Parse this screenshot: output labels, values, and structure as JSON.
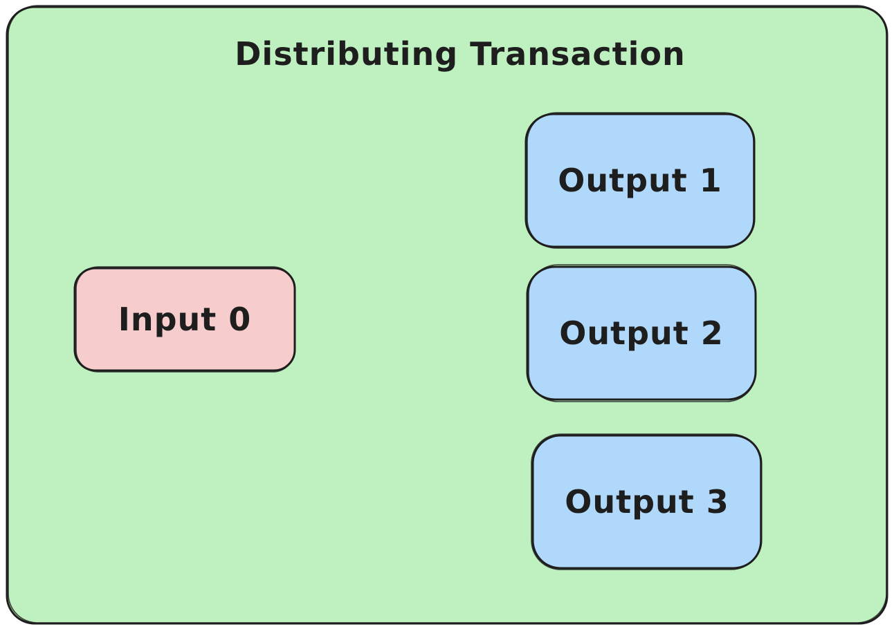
{
  "diagram": {
    "title": "Distributing Transaction",
    "container_color": "#bff0c0",
    "stroke_color": "#1e1e1e",
    "input": {
      "label": "Input 0",
      "color": "#f6cccc"
    },
    "outputs": [
      {
        "label": "Output 1",
        "color": "#b0d8fa"
      },
      {
        "label": "Output 2",
        "color": "#b0d8fa"
      },
      {
        "label": "Output 3",
        "color": "#b0d8fa"
      }
    ]
  }
}
